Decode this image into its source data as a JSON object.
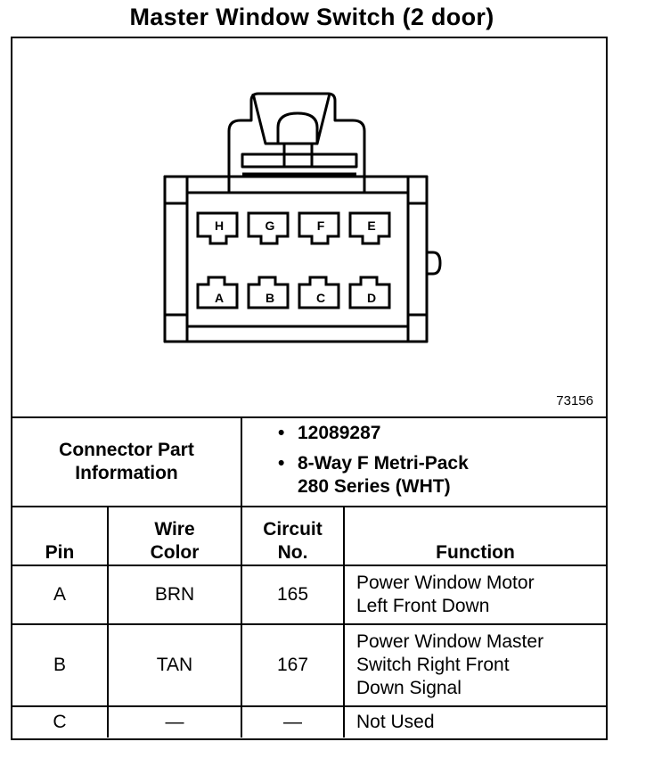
{
  "title": "Master Window Switch (2 door)",
  "figure_number": "73156",
  "connector": {
    "cavities_top": [
      "H",
      "G",
      "F",
      "E"
    ],
    "cavities_bottom": [
      "A",
      "B",
      "C",
      "D"
    ]
  },
  "connector_part_info": {
    "label_line1": "Connector Part",
    "label_line2": "Information",
    "part_number": "12089287",
    "description_line1": "8-Way F Metri-Pack",
    "description_line2": "280 Series (WHT)"
  },
  "table": {
    "headers": {
      "pin": "Pin",
      "wire_color_line1": "Wire",
      "wire_color_line2": "Color",
      "circuit_line1": "Circuit",
      "circuit_line2": "No.",
      "function": "Function"
    },
    "rows": [
      {
        "pin": "A",
        "wire_color": "BRN",
        "circuit": "165",
        "function_lines": [
          "Power Window Motor",
          "Left Front Down"
        ]
      },
      {
        "pin": "B",
        "wire_color": "TAN",
        "circuit": "167",
        "function_lines": [
          "Power Window Master",
          "Switch Right Front",
          "Down Signal"
        ]
      },
      {
        "pin": "C",
        "wire_color": "—",
        "circuit": "—",
        "function_lines": [
          "Not Used"
        ]
      }
    ]
  }
}
